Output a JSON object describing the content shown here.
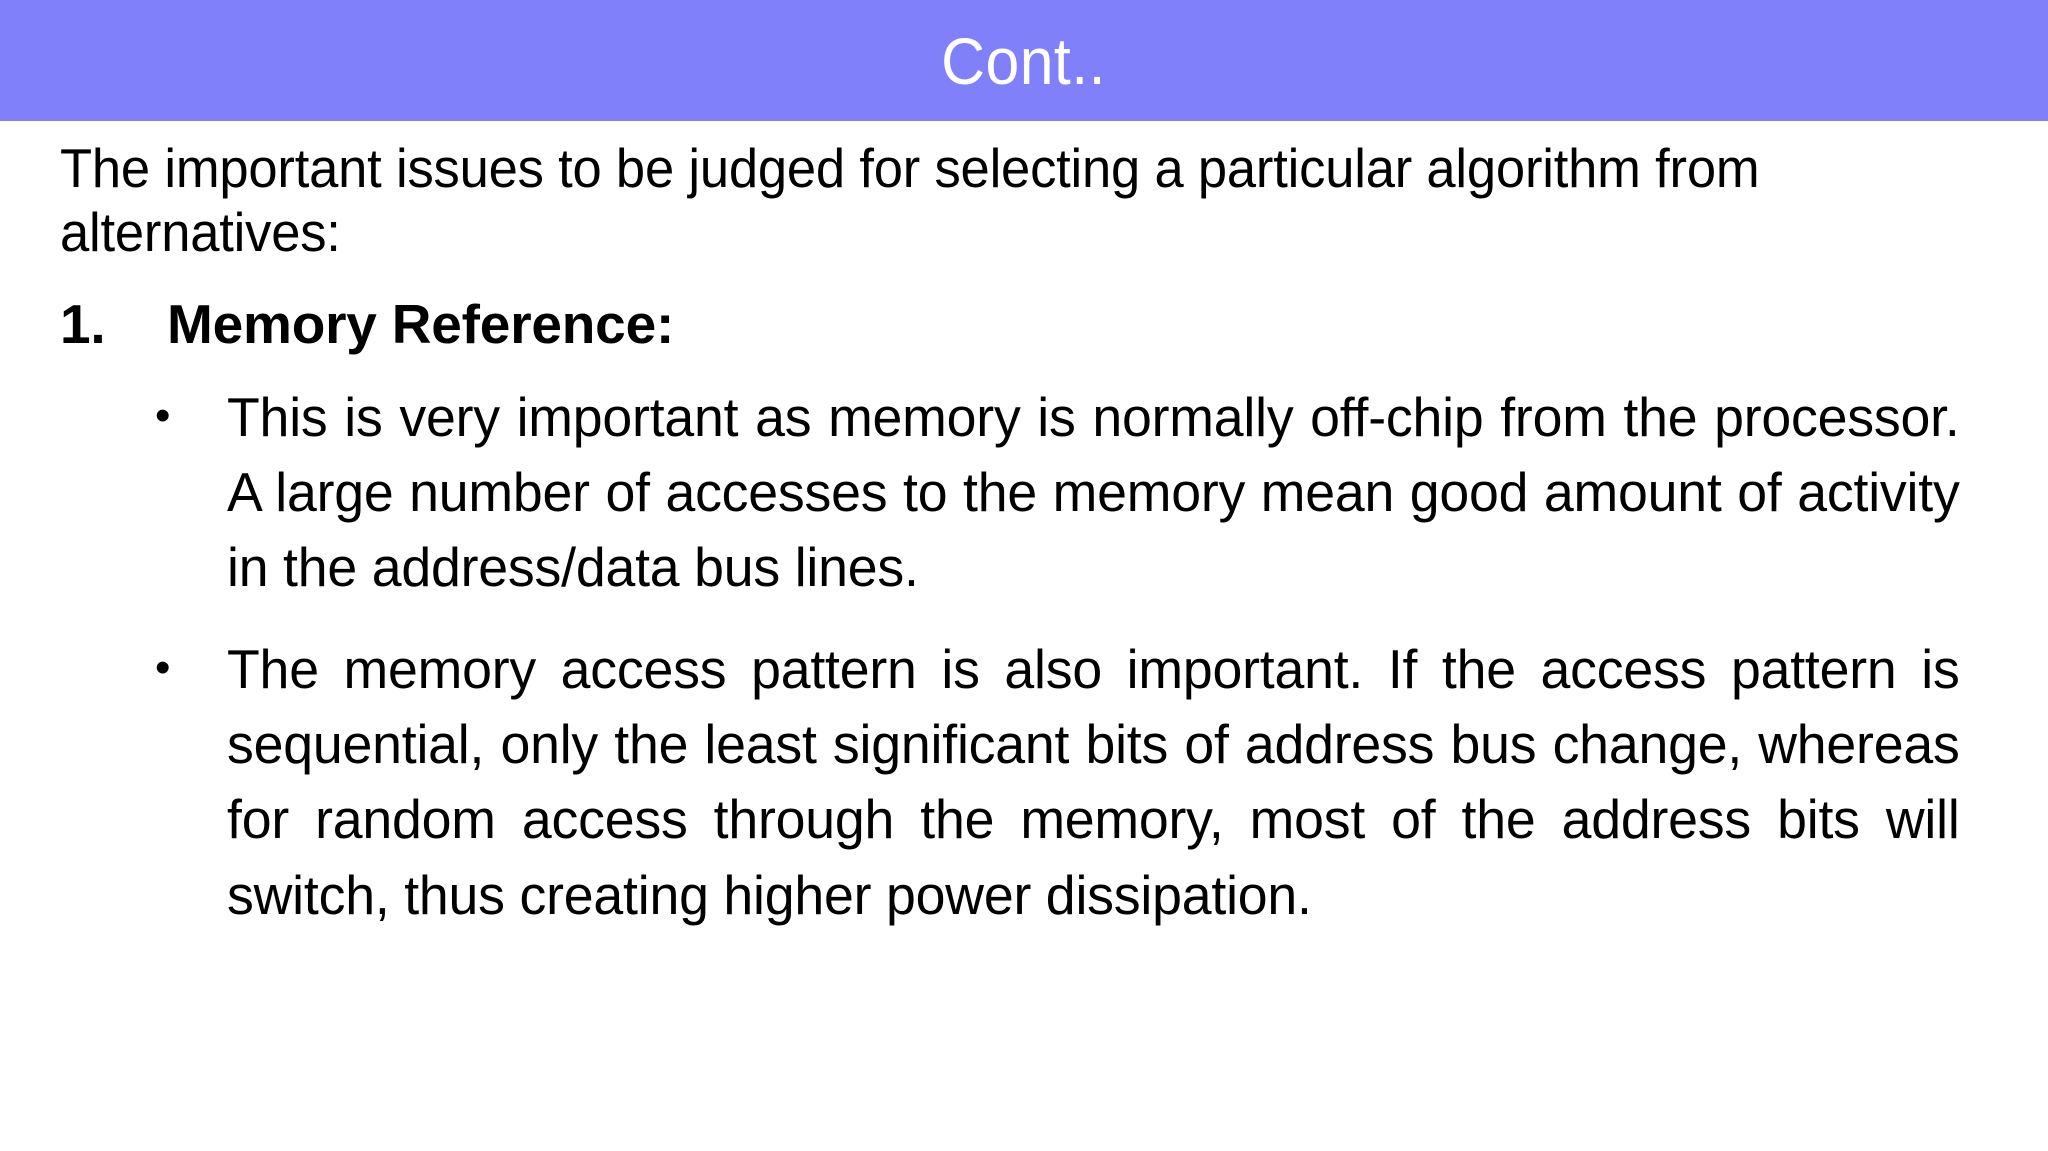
{
  "slide": {
    "title": "Cont..",
    "title_band_color": "#8080fa",
    "title_text_color": "#ffffff",
    "background_color": "#ffffff",
    "body_text_color": "#000000",
    "intro_paragraph": "The important issues to be judged for selecting a particular algorithm from alternatives:",
    "numbered_items": [
      {
        "marker": "1.",
        "heading": "Memory Reference:",
        "bullet_marker": "•",
        "bullets": [
          "This is very important as memory is normally off-chip from the processor. A large number of accesses to the memory mean good amount of activity in the address/data bus lines.",
          "The memory access pattern is also important. If the access pattern is sequential, only the least significant bits of address bus change, whereas for random access through the memory, most of the address bits will switch, thus creating higher power dissipation."
        ]
      }
    ]
  }
}
